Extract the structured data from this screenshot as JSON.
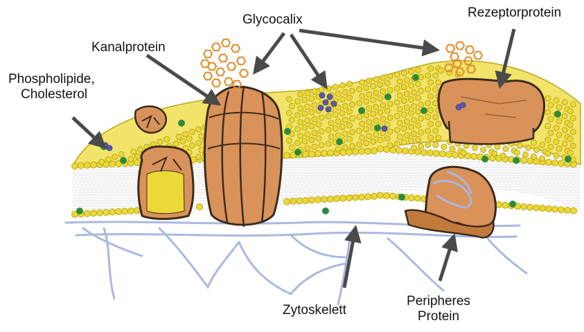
{
  "labels": {
    "glycocalix": "Glycocalix",
    "rezeptorprotein": "Rezeptorprotein",
    "kanalprotein": "Kanalprotein",
    "phospholipide_line1": "Phospholipide,",
    "phospholipide_line2": "Cholesterol",
    "zytoskelett": "Zytoskelett",
    "peripheres_line1": "Peripheres",
    "peripheres_line2": "Protein"
  },
  "colors": {
    "lipid_head": "#ecd836",
    "lipid_head_stroke": "#b9a71c",
    "protein": "#d9925a",
    "protein_dark": "#b86c30",
    "protein_stroke": "#3a2a1e",
    "cholesterol": "#2f8a37",
    "glycocalix_small": "#5a5aa8",
    "glycocalix_chain": "#e08a28",
    "cytoskeleton": "#aab8e0",
    "arrow": "#4a4a4a"
  }
}
